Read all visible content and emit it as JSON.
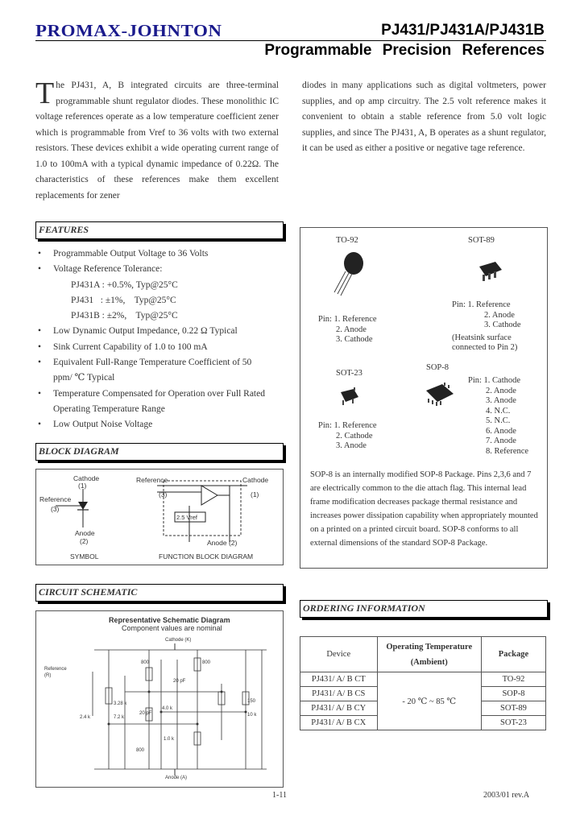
{
  "header": {
    "logo": "PROMAX-JOHNTON",
    "part_numbers": "PJ431/PJ431A/PJ431B",
    "title": "Programmable Precision References"
  },
  "intro": {
    "dropcap": "T",
    "left_text": "he PJ431, A, B integrated circuits are three-terminal programmable shunt regulator diodes. These monolithic IC voltage references operate as a low temperature coefficient zener which is programmable from Vref to 36 volts with two external resistors. These devices exhibit a wide operating current range of 1.0 to 100mA with a typical dynamic impedance of 0.22Ω. The characteristics of these references make them excellent replacements for zener",
    "right_text": "diodes in many applications such as digital voltmeters, power supplies, and op amp circuitry. The 2.5 volt reference makes it convenient to obtain a stable reference from 5.0 volt logic supplies, and since The PJ431, A, B operates as a shunt regulator, it can be used as either a positive or negative tage reference."
  },
  "features": {
    "heading": "FEATURES",
    "items": [
      "Programmable Output Voltage to 36 Volts",
      "Voltage Reference Tolerance:"
    ],
    "tolerance": [
      "PJ431A : +0.5%, Typ@25°C",
      "PJ431   : ±1%,    Typ@25°C",
      "PJ431B : ±2%,    Typ@25°C"
    ],
    "items2": [
      "Low Dynamic Output Impedance, 0.22 Ω Typical",
      "Sink Current Capability of 1.0 to 100 mA",
      "Equivalent Full-Range Temperature Coefficient of 50",
      "Temperature Compensated for Operation over Full Rated",
      "Low Output Noise Voltage"
    ],
    "cont1": "ppm/ ℃ Typical",
    "cont2": "Operating Temperature Range"
  },
  "block_diagram": {
    "heading": "BLOCK DIAGRAM",
    "cathode": "Cathode",
    "cathode_pin": "(1)",
    "reference": "Reference",
    "reference_pin": "(3)",
    "anode": "Anode",
    "anode_pin": "(2)",
    "symbol": "SYMBOL",
    "fbd_reference": "Reference",
    "fbd_cathode": "Cathode",
    "fbd_ref_pin": "(3)",
    "fbd_cath_pin": "(1)",
    "vref": "2.5 Vref",
    "fbd_anode": "Anode (2)",
    "fbd_label": "FUNCTION BLOCK DIAGRAM"
  },
  "circuit": {
    "heading": "CIRCUIT SCHEMATIC",
    "title": "Representative Schematic Diagram",
    "subtitle": "Component values are nominal",
    "cathode": "Cathode (K)",
    "anode": "Anode (A)",
    "reference": "Reference (R)",
    "values": [
      "800",
      "800",
      "20 pF",
      "3.28 k",
      "4.0 k",
      "2.4 k",
      "7.2 k",
      "20 pF",
      "150",
      "10 k",
      "1.0 k",
      "800"
    ]
  },
  "packages": {
    "to92": "TO-92",
    "sot89": "SOT-89",
    "sot23": "SOT-23",
    "sop8": "SOP-8",
    "to92_pins": [
      "Pin: 1. Reference",
      "2. Anode",
      "3. Cathode"
    ],
    "sot89_pins": [
      "Pin: 1. Reference",
      "2. Anode",
      "3. Cathode"
    ],
    "sot89_note": [
      "(Heatsink surface",
      "connected to Pin 2)"
    ],
    "sot23_pins": [
      "Pin: 1. Reference",
      "2. Cathode",
      "3. Anode"
    ],
    "sop8_pins": [
      "Pin: 1. Cathode",
      "2. Anode",
      "3. Anode",
      "4. N.C.",
      "5. N.C.",
      "6. Anode",
      "7. Anode",
      "8. Reference"
    ],
    "note": "SOP-8 is an internally modified SOP-8 Package. Pins 2,3,6 and 7 are electrically common to the die attach flag. This internal lead frame modification decreases package thermal resistance and increases power dissipation capability when appropriately mounted on a printed on a printed circuit board. SOP-8 conforms to all external dimensions of the standard SOP-8 Package."
  },
  "ordering": {
    "heading": "ORDERING INFORMATION",
    "col_device": "Device",
    "col_temp": "Operating Temperature",
    "col_temp2": "(Ambient)",
    "col_pkg": "Package",
    "temp_range": "- 20 ℃ ~ 85 ℃",
    "rows": [
      {
        "device": "PJ431/ A/ B CT",
        "package": "TO-92"
      },
      {
        "device": "PJ431/ A/ B CS",
        "package": "SOP-8"
      },
      {
        "device": "PJ431/ A/ B CY",
        "package": "SOT-89"
      },
      {
        "device": "PJ431/ A/ B CX",
        "package": "SOT-23"
      }
    ]
  },
  "footer": {
    "page": "1-11",
    "rev": "2003/01 rev.A"
  }
}
